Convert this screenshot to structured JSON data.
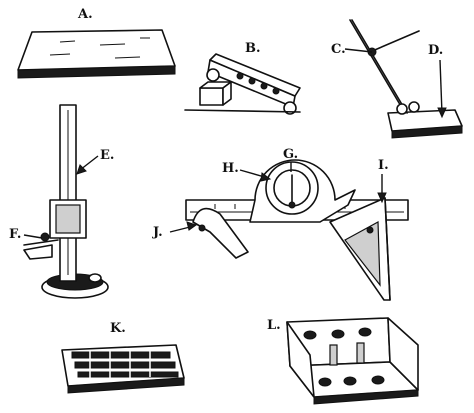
{
  "labels": {
    "a": "A.",
    "b": "B.",
    "c": "C.",
    "d": "D.",
    "e": "E.",
    "f": "F.",
    "g": "G.",
    "h": "H.",
    "i": "I.",
    "j": "J.",
    "k": "K.",
    "l": "L."
  }
}
